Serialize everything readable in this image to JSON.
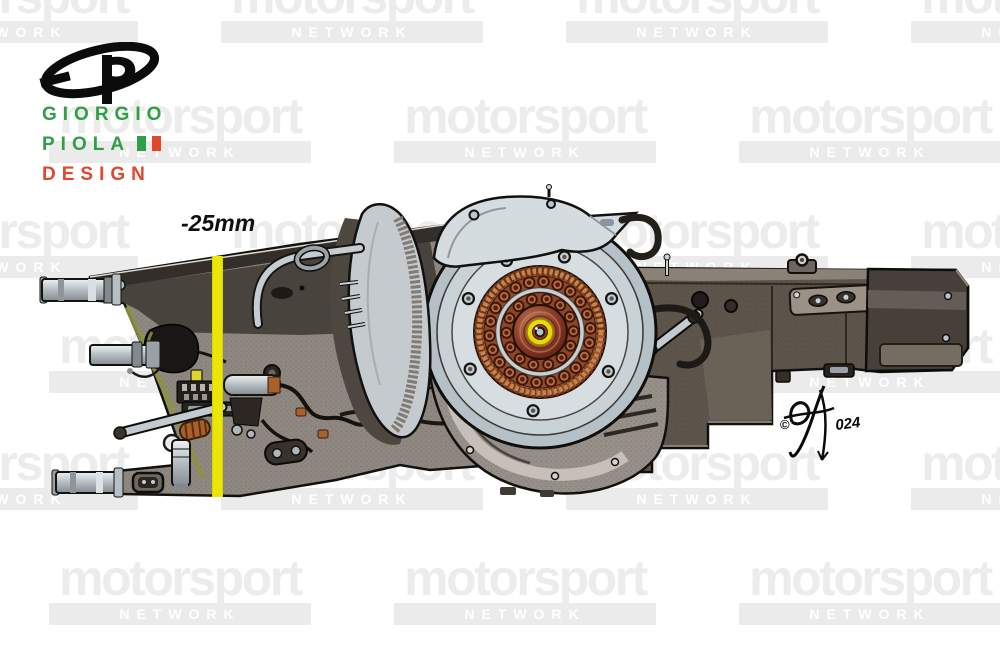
{
  "logo": {
    "line1": "GIORGIO",
    "line2": "PIOLA",
    "line3": "DESIGN"
  },
  "watermark": {
    "word": "motorsport",
    "network": "NETWORK"
  },
  "annotation": {
    "measurement": "-25mm"
  },
  "signature": {
    "copyright": "©",
    "year": "024"
  },
  "palette": {
    "wm-text": "#ececec",
    "wm-bar": "#ebebeb",
    "wm-bar-text": "#ffffff",
    "accent-yellow": "#ece607",
    "logo-green": "#2f9e44",
    "logo-red": "#e2472e",
    "ink": "#111111"
  }
}
